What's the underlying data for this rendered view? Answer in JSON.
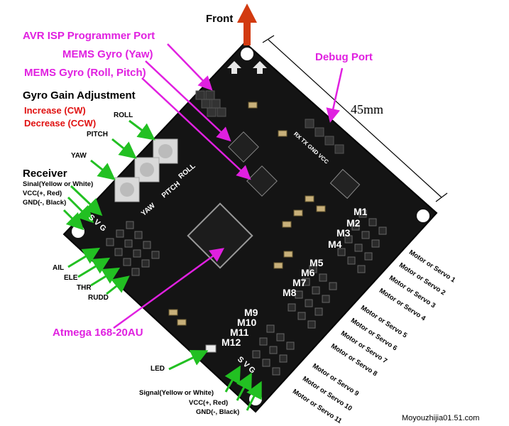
{
  "labels": {
    "front": "Front",
    "avr_isp": "AVR ISP Programmer Port",
    "gyro_yaw": "MEMS Gyro (Yaw)",
    "gyro_roll_pitch": "MEMS Gyro (Roll, Pitch)",
    "gyro_gain": "Gyro Gain Adjustment",
    "increase": "Increase (CW)",
    "decrease": "Decrease (CCW)",
    "roll": "ROLL",
    "pitch": "PITCH",
    "yaw": "YAW",
    "receiver": "Receiver",
    "rx_signal": "Sinal(Yellow or White)",
    "rx_vcc": "VCC(+, Red)",
    "rx_gnd": "GND(-, Black)",
    "ail": "AIL",
    "ele": "ELE",
    "thr": "THR",
    "rudd": "RUDD",
    "debug_port": "Debug Port",
    "dimension": "45mm",
    "atmega": "Atmega 168-20AU",
    "led": "LED",
    "out_signal": "Signal(Yellow or White)",
    "out_vcc": "VCC(+, Red)",
    "out_gnd": "GND(-, Black)",
    "watermark": "Moyouzhijia01.51.com"
  },
  "board_text": {
    "m1": "M1",
    "m2": "M2",
    "m3": "M3",
    "m4": "M4",
    "m5": "M5",
    "m6": "M6",
    "m7": "M7",
    "m8": "M8",
    "m9": "M9",
    "m10": "M10",
    "m11": "M11",
    "m12": "M12",
    "pot_pitch": "PITCH",
    "pot_roll": "ROLL",
    "pot_yaw": "YAW",
    "debug_pins": "RX TX GND VCC",
    "sv": "S V G"
  },
  "motors": [
    "Motor or Servo 1",
    "Motor or Servo 2",
    "Motor or Servo 3",
    "Motor or Servo 4",
    "Motor or Servo 5",
    "Motor or Servo 6",
    "Motor or Servo 7",
    "Motor or Servo 8",
    "Motor or Servo 9",
    "Motor or Servo 10",
    "Motor or Servo 11"
  ],
  "colors": {
    "magenta": "#e020e0",
    "green": "#22c022",
    "red_text": "#e01010",
    "front_arrow": "#d23a10",
    "board": "#141414"
  }
}
